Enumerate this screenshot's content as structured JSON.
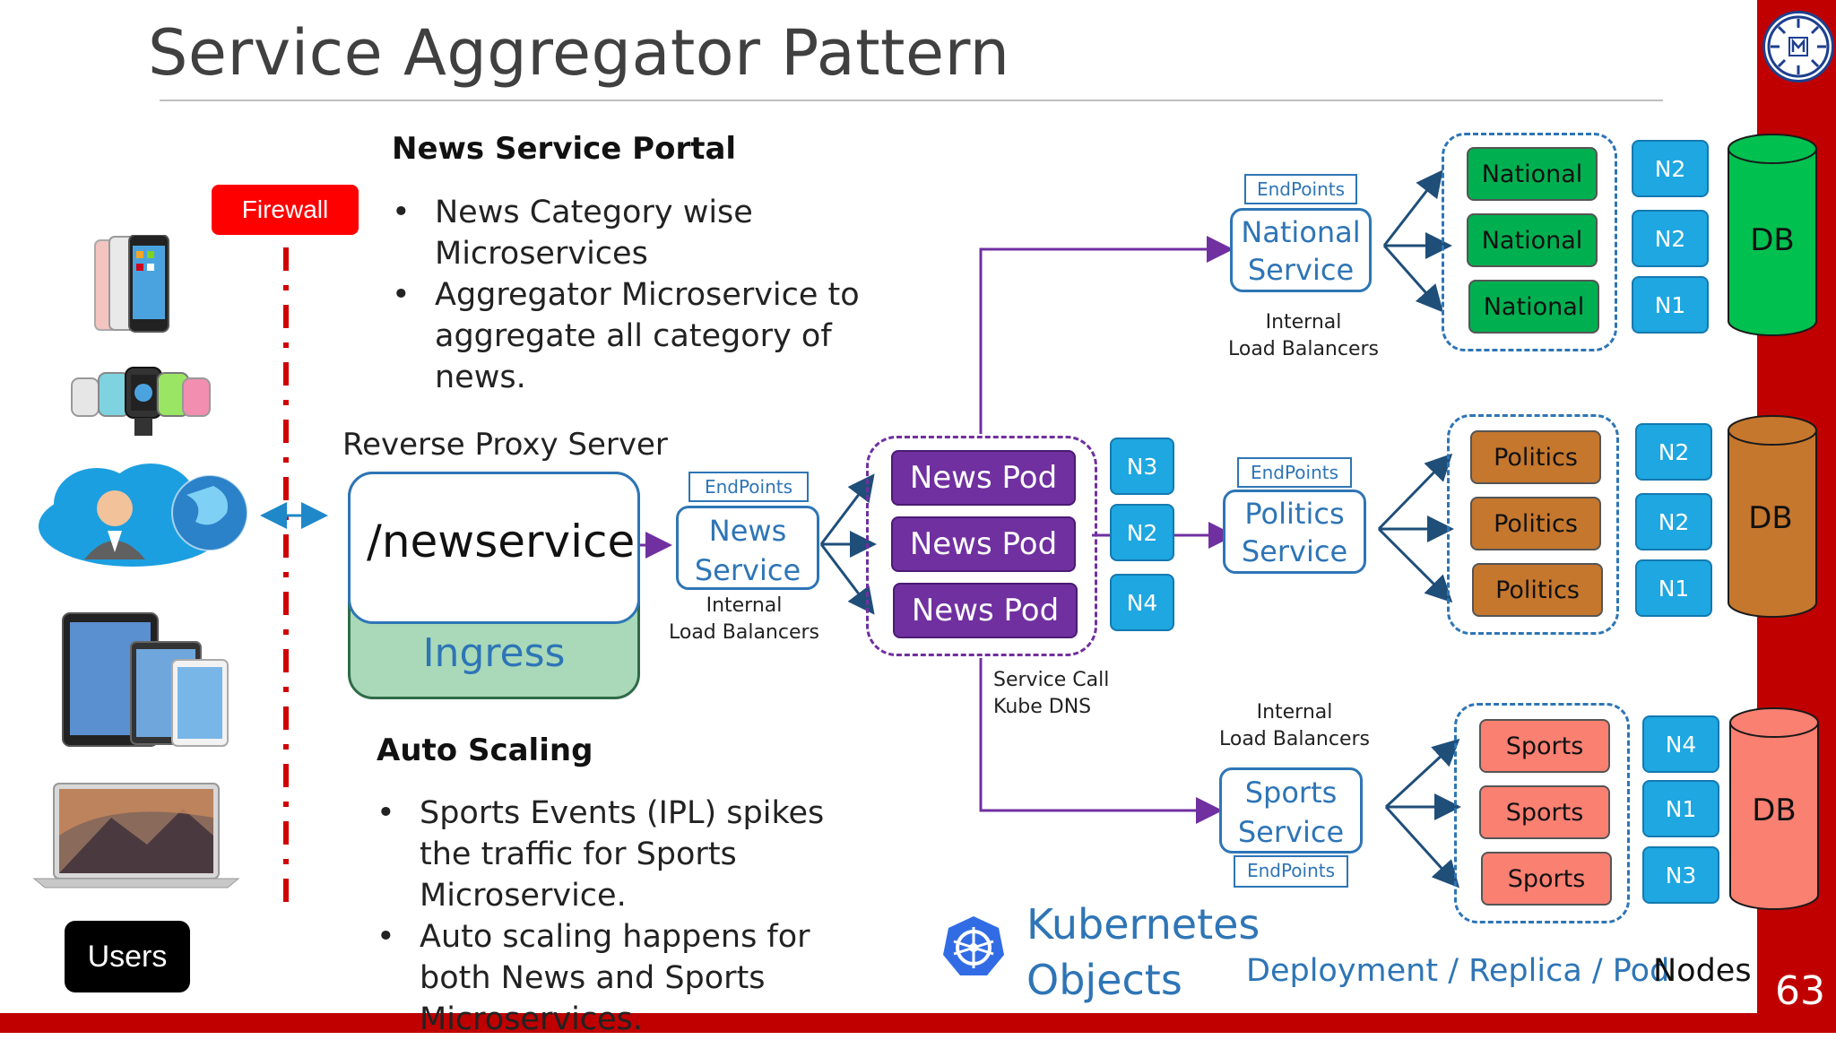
{
  "title": "Service Aggregator Pattern",
  "page_number": "63",
  "firewall": "Firewall",
  "users": "Users",
  "portal": {
    "heading": "News Service Portal",
    "bullets": [
      "News Category wise Microservices",
      "Aggregator Microservice to aggregate all category of news."
    ]
  },
  "autoscaling": {
    "heading": "Auto Scaling",
    "bullets": [
      "Sports Events (IPL) spikes the traffic for Sports Microservice.",
      "Auto scaling happens for both News and Sports Microservices."
    ]
  },
  "proxy": {
    "label": "Reverse Proxy Server",
    "path": "/newservice",
    "ingress": "Ingress"
  },
  "news_service": {
    "endpoints": "EndPoints",
    "line1": "News",
    "line2": "Service",
    "lb1": "Internal",
    "lb2": "Load Balancers"
  },
  "pods": [
    "News Pod",
    "News Pod",
    "News Pod"
  ],
  "pod_nodes": [
    "N3",
    "N2",
    "N4"
  ],
  "service_call": {
    "line1": "Service Call",
    "line2": "Kube DNS"
  },
  "national": {
    "endpoints": "EndPoints",
    "line1": "National",
    "line2": "Service",
    "lb1": "Internal",
    "lb2": "Load Balancers",
    "pods": [
      "National",
      "National",
      "National"
    ],
    "nodes": [
      "N2",
      "N2",
      "N1"
    ],
    "db": "DB"
  },
  "politics": {
    "endpoints": "EndPoints",
    "line1": "Politics",
    "line2": "Service",
    "pods": [
      "Politics",
      "Politics",
      "Politics"
    ],
    "nodes": [
      "N2",
      "N2",
      "N1"
    ],
    "db": "DB"
  },
  "sports": {
    "endpoints": "EndPoints",
    "line1": "Sports",
    "line2": "Service",
    "lb1": "Internal",
    "lb2": "Load Balancers",
    "pods": [
      "Sports",
      "Sports",
      "Sports"
    ],
    "nodes": [
      "N4",
      "N1",
      "N3"
    ],
    "db": "DB"
  },
  "legend": {
    "k8s_line1": "Kubernetes",
    "k8s_line2": "Objects",
    "deployment": "Deployment / Replica / Pod",
    "nodes": "Nodes"
  },
  "colors": {
    "accent_red": "#c00000",
    "firewall": "#ff0000",
    "pod_purple": "#7030a0",
    "node_blue": "#1ea7e1",
    "national_green": "#00b050",
    "politics_orange": "#c5772e",
    "sports_salmon": "#fa8072",
    "service_blue": "#2e75b6",
    "ingress_green": "#a9d9b9"
  },
  "icons": [
    "phone-icon",
    "smartwatch-icon",
    "user-globe-cloud-icon",
    "tablet-icon",
    "laptop-icon",
    "kubernetes-icon",
    "logo-icon"
  ]
}
